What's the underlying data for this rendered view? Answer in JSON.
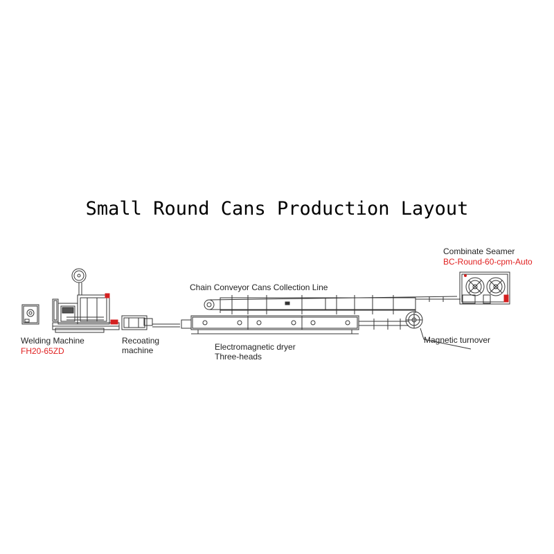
{
  "title": "Small Round Cans Production Layout",
  "machines": {
    "welding": {
      "name": "Welding Machine",
      "model": "FH20-65ZD"
    },
    "recoating": {
      "line1": "Recoating",
      "line2": "machine"
    },
    "chain_conveyor": {
      "name": "Chain Conveyor Cans Collection Line"
    },
    "dryer": {
      "line1": "Electromagnetic dryer",
      "line2": "Three-heads"
    },
    "turnover": {
      "name": "Magnetic turnover"
    },
    "seamer": {
      "name": "Combinate Seamer",
      "model": "BC-Round-60-cpm-Auto"
    }
  },
  "colors": {
    "line": "#333333",
    "model_text": "#e02020",
    "accent_red": "#d42020"
  }
}
